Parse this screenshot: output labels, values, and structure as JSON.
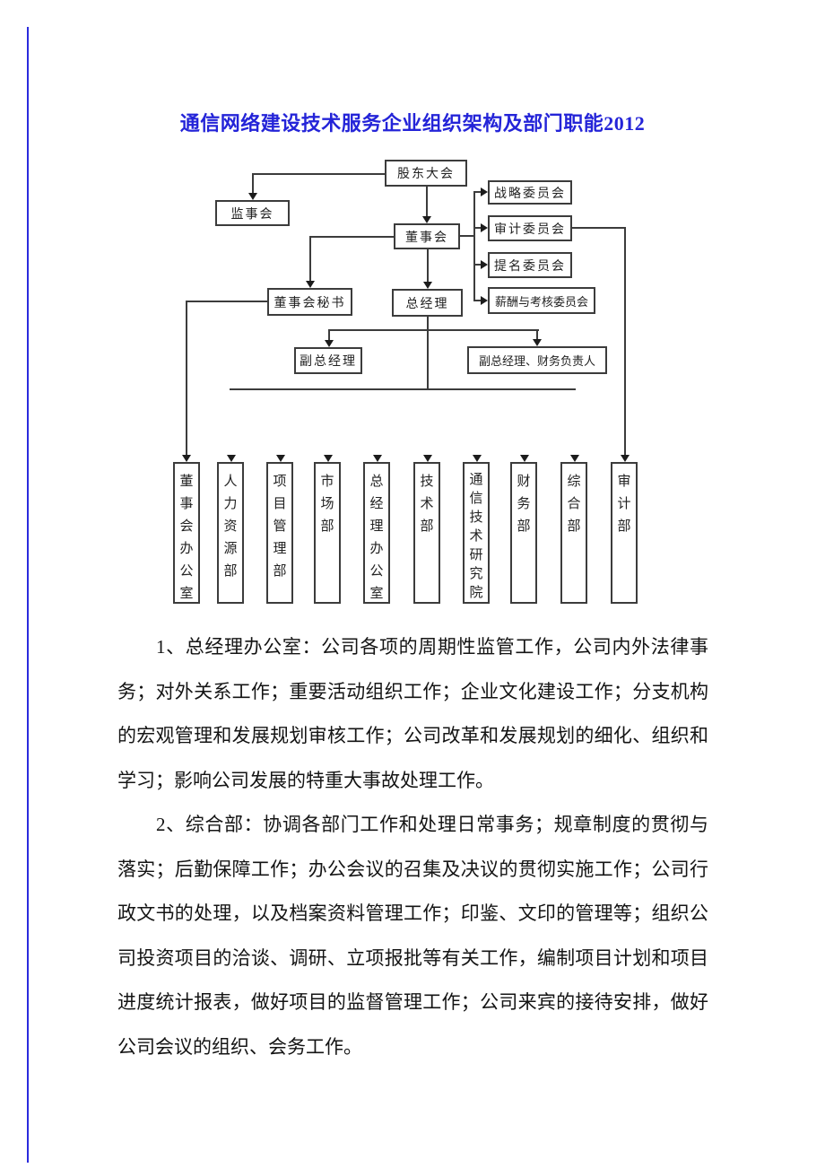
{
  "page": {
    "title": "通信网络建设技术服务企业组织架构及部门职能2012",
    "title_color": "#2424d8"
  },
  "org_chart": {
    "nodes": {
      "shareholders": "股东大会",
      "supervisory_board": "监事会",
      "board": "董事会",
      "strategy_committee": "战略委员会",
      "audit_committee": "审计委员会",
      "nomination_committee": "提名委员会",
      "compensation_committee": "薪酬与考核委员会",
      "board_secretary": "董事会秘书",
      "general_manager": "总经理",
      "deputy_gm": "副总经理",
      "deputy_gm_cfo": "副总经理、财务负责人"
    },
    "departments": [
      "董事会办公室",
      "人力资源部",
      "项目管理部",
      "市场部",
      "总经理办公室",
      "技术部",
      "通信技术研究院",
      "财务部",
      "综合部",
      "审计部"
    ]
  },
  "sections": [
    {
      "text": "1、总经理办公室：公司各项的周期性监管工作，公司内外法律事务；对外关系工作；重要活动组织工作；企业文化建设工作；分支机构的宏观管理和发展规划审核工作；公司改革和发展规划的细化、组织和学习；影响公司发展的特重大事故处理工作。"
    },
    {
      "text": "2、综合部：协调各部门工作和处理日常事务；规章制度的贯彻与落实；后勤保障工作；办公会议的召集及决议的贯彻实施工作；公司行政文书的处理，以及档案资料管理工作；印鉴、文印的管理等；组织公司投资项目的洽谈、调研、立项报批等有关工作，编制项目计划和项目进度统计报表，做好项目的监督管理工作；公司来宾的接待安排，做好公司会议的组织、会务工作。"
    }
  ]
}
